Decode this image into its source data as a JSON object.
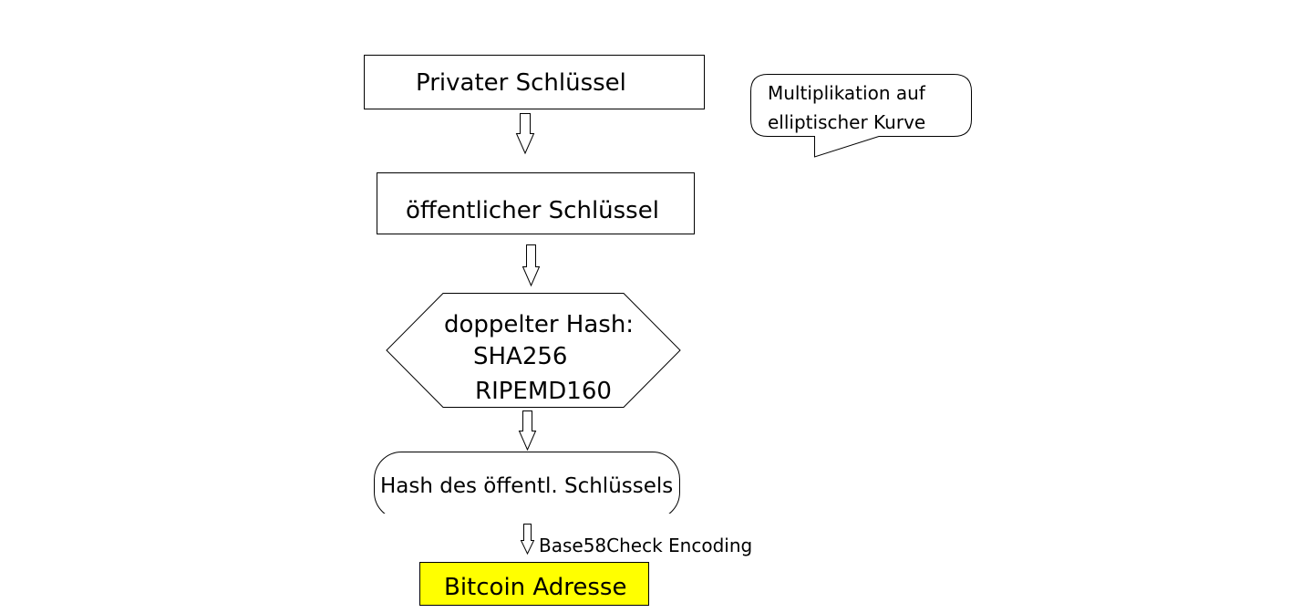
{
  "diagram": {
    "private_key": "Privater Schlüssel",
    "public_key": "öffentlicher Schlüssel",
    "double_hash": {
      "line1": "doppelter Hash:",
      "line2": "SHA256",
      "line3": "RIPEMD160"
    },
    "public_key_hash": "Hash des öffentl. Schlüssels",
    "encoding_label": "Base58Check Encoding",
    "bitcoin_address": "Bitcoin Adresse",
    "callout": {
      "line1": "Multiplikation auf",
      "line2": "elliptischer Kurve"
    }
  },
  "colors": {
    "address_fill": "#ffff00",
    "stroke": "#000000",
    "background": "#ffffff"
  }
}
